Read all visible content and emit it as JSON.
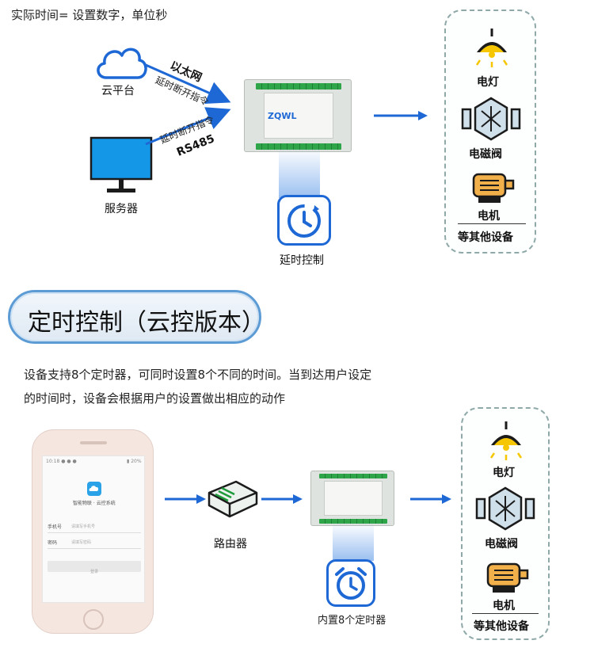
{
  "top_note": "实际时间= 设置数字，单位秒",
  "cloud_label": "云平台",
  "server_label": "服务器",
  "arrow_text_1": "以太网",
  "arrow_text_2": "延时断开指令",
  "arrow_text_3": "延时断开指令",
  "arrow_text_4": "RS485",
  "module_brand": "ZQWL",
  "delay_label": "延时控制",
  "devices_top": {
    "lamp": "电灯",
    "valve": "电磁阀",
    "motor": "电机",
    "others": "等其他设备"
  },
  "section_title": "定时控制（云控版本）",
  "desc_line1": "设备支持8个定时器，可同时设置8个不同的时间。当到达用户设定",
  "desc_line2": "的时间时，设备会根据用户的设置做出相应的动作",
  "phone": {
    "app_name": "智能物联 · 云控系统",
    "phone_label": "手机号",
    "phone_placeholder": "请填写手机号",
    "pwd_label": "密码",
    "pwd_placeholder": "请填写密码",
    "login": "登录"
  },
  "router_label": "路由器",
  "timer_label": "内置8个定时器",
  "devices_bottom": {
    "lamp": "电灯",
    "valve": "电磁阀",
    "motor": "电机",
    "others": "等其他设备"
  },
  "colors": {
    "accent": "#1e68d6",
    "panel_border": "#8fa8a8",
    "lamp_yellow": "#f6c700",
    "beam": "#78aaeb"
  }
}
